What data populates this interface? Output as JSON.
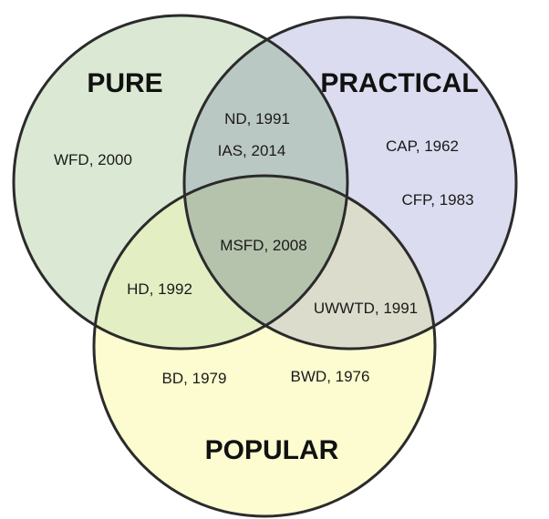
{
  "sets": {
    "pure": {
      "title": "PURE",
      "color": "#dbe9d4"
    },
    "practical": {
      "title": "PRACTICAL",
      "color": "#dcdcf0"
    },
    "popular": {
      "title": "POPULAR",
      "color": "#fcfcd0"
    }
  },
  "regions": {
    "pure_practical": "#bac8c4",
    "pure_popular": "#e3eec2",
    "practical_popular": "#dcdccc",
    "all": "#b5c3ad"
  },
  "items": {
    "wfd": "WFD, 2000",
    "nd": "ND, 1991",
    "ias": "IAS, 2014",
    "cap": "CAP, 1962",
    "cfp": "CFP, 1983",
    "msfd": "MSFD, 2008",
    "hd": "HD, 1992",
    "uwwtd": "UWWTD, 1991",
    "bd": "BD, 1979",
    "bwd": "BWD, 1976"
  }
}
